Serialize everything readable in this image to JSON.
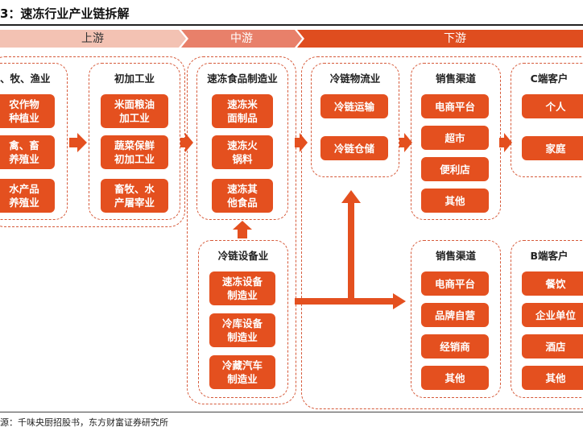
{
  "figure": {
    "title": "3：速冻行业产业链拆解",
    "source": "源：千味央厨招股书，东方财富证券研究所"
  },
  "stages": {
    "upstream": "上游",
    "midstream": "中游",
    "downstream": "下游"
  },
  "upstream": {
    "raw_group": {
      "title": "、牧、渔业",
      "items": [
        "农作物\n种植业",
        "禽、畜\n养殖业",
        "水产品\n养殖业"
      ]
    },
    "processing_group": {
      "title": "初加工业",
      "items": [
        "米面粮油\n加工业",
        "蔬菜保鲜\n初加工业",
        "畜牧、水\n产屠宰业"
      ]
    }
  },
  "midstream": {
    "food_group": {
      "title": "速冻食品制造业",
      "items": [
        "速冻米\n面制品",
        "速冻火\n锅料",
        "速冻其\n他食品"
      ]
    },
    "equipment_group": {
      "title": "冷链设备业",
      "items": [
        "速冻设备\n制造业",
        "冷库设备\n制造业",
        "冷藏汽车\n制造业"
      ]
    }
  },
  "downstream": {
    "logistics_group": {
      "title": "冷链物流业",
      "items": [
        "冷链运输",
        "冷链仓储"
      ]
    },
    "sales_c_group": {
      "title": "销售渠道",
      "items": [
        "电商平台",
        "超市",
        "便利店",
        "其他"
      ]
    },
    "c_customers_group": {
      "title": "C端客户",
      "items": [
        "个人",
        "家庭"
      ]
    },
    "sales_b_group": {
      "title": "销售渠道",
      "items": [
        "电商平台",
        "品牌自营",
        "经销商",
        "其他"
      ]
    },
    "b_customers_group": {
      "title": "B端客户",
      "items": [
        "餐饮",
        "企业单位",
        "酒店",
        "其他"
      ]
    }
  },
  "colors": {
    "upstream_band": "#f3c2b3",
    "midstream_band": "#e8806a",
    "downstream_band": "#df4d1f",
    "box_fill": "#e4501f",
    "dashed_border": "#d65a3a"
  }
}
